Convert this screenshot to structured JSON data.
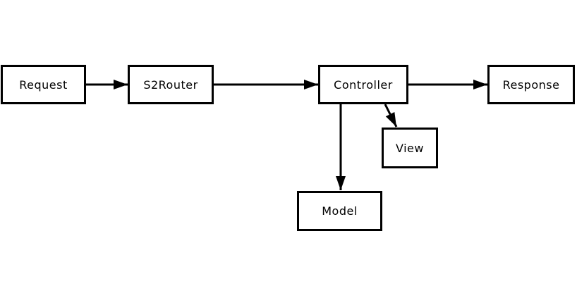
{
  "diagram": {
    "background_color": "#ffffff",
    "node_fill_color": "#ffffff",
    "node_border_color": "#000000",
    "edge_color": "#000000",
    "text_color": "#000000",
    "nodes": [
      {
        "id": "request",
        "label": "Request"
      },
      {
        "id": "s2router",
        "label": "S2Router"
      },
      {
        "id": "controller",
        "label": "Controller"
      },
      {
        "id": "response",
        "label": "Response"
      },
      {
        "id": "view",
        "label": "View"
      },
      {
        "id": "model",
        "label": "Model"
      }
    ],
    "edges": [
      {
        "from": "Request",
        "to": "S2Router"
      },
      {
        "from": "S2Router",
        "to": "Controller"
      },
      {
        "from": "Controller",
        "to": "Response"
      },
      {
        "from": "Controller",
        "to": "View"
      },
      {
        "from": "Controller",
        "to": "Model"
      }
    ]
  }
}
